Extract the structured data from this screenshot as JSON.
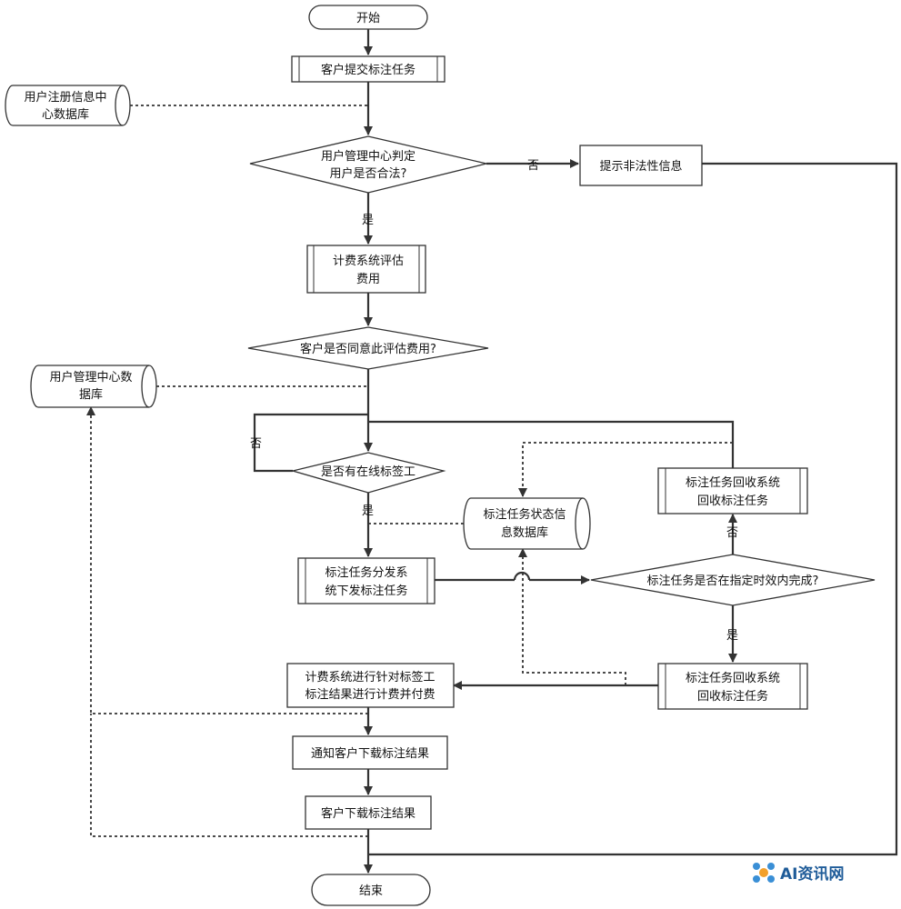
{
  "nodes": {
    "start": "开始",
    "submit_task": "客户提交标注任务",
    "user_reg_db": [
      "用户注册信息中",
      "心数据库"
    ],
    "check_legal": [
      "用户管理中心判定",
      "用户是否合法?"
    ],
    "illegal_info": "提示非法性信息",
    "billing_estimate": [
      "计费系统评估",
      "费用"
    ],
    "agree_fee": "客户是否同意此评估费用?",
    "user_mgmt_db": [
      "用户管理中心数",
      "据库"
    ],
    "online_labeler": "是否有在线标签工",
    "task_status_db": [
      "标注任务状态信",
      "息数据库"
    ],
    "distribute": [
      "标注任务分发系",
      "统下发标注任务"
    ],
    "recycle_top": [
      "标注任务回收系统",
      "回收标注任务"
    ],
    "in_time": "标注任务是否在指定时效内完成?",
    "recycle_bottom": [
      "标注任务回收系统",
      "回收标注任务"
    ],
    "billing_pay": [
      "计费系统进行针对标签工",
      "标注结果进行计费并付费"
    ],
    "notify": "通知客户下载标注结果",
    "download": "客户下载标注结果",
    "end": "结束"
  },
  "edge_labels": {
    "no_illegal": "否",
    "yes_legal": "是",
    "no_labeler": "否",
    "yes_labeler": "是",
    "no_time": "否",
    "yes_time": "是"
  },
  "watermark": "AI资讯网"
}
